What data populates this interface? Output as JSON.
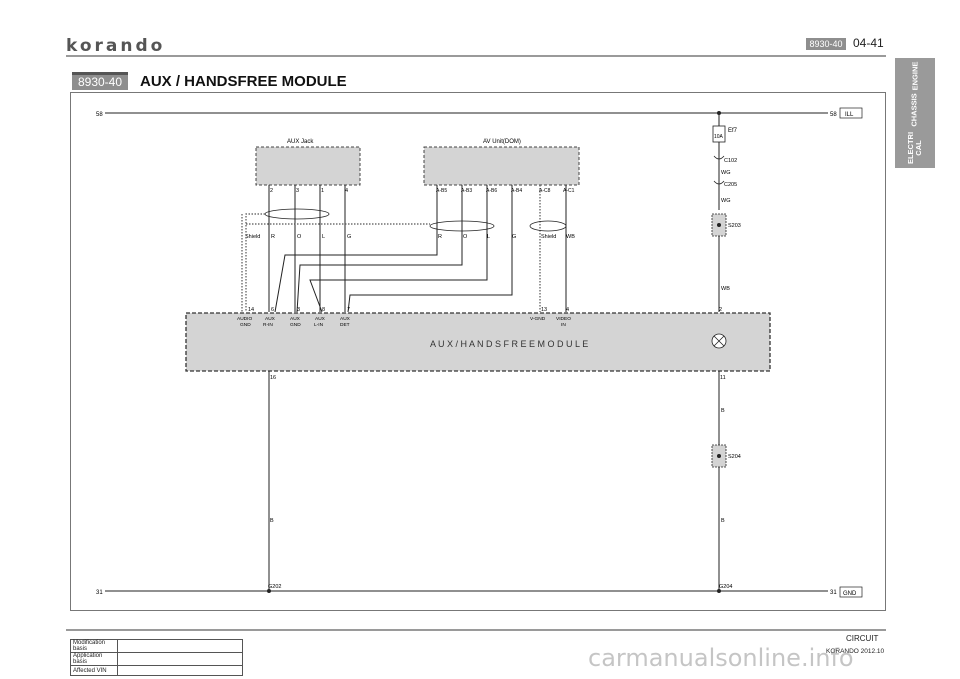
{
  "header": {
    "logo": "korando",
    "code": "8930-40",
    "page": "04-41"
  },
  "side_tabs": [
    "ENGINE",
    "CHASSIS",
    "ELECTRI\nCAL"
  ],
  "title": {
    "code": "8930-40",
    "text": "AUX / HANDSFREE MODULE"
  },
  "diagram": {
    "rail_top_left": "58",
    "rail_top_right": "58",
    "rail_top_tag": "ILL",
    "rail_bottom_left": "31",
    "rail_bottom_right": "31",
    "rail_bottom_tag": "GND",
    "aux_jack": {
      "label": "AUX Jack",
      "pins": [
        "2",
        "3",
        "1",
        "4"
      ],
      "wires": [
        "Shield",
        "R",
        "O",
        "L",
        "G"
      ]
    },
    "av_unit": {
      "label": "AV Unit(DOM)",
      "pins": [
        "A-B5",
        "A-B3",
        "A-B6",
        "A-B4",
        "A-C8",
        "A-C1"
      ],
      "wires": [
        "R",
        "O",
        "L",
        "G",
        "Shield",
        "WB"
      ]
    },
    "fuse": {
      "name": "Ef7",
      "rating": "10A"
    },
    "connectors": [
      "C102",
      "C205"
    ],
    "splices": [
      "S203",
      "S204"
    ],
    "wire_colors": {
      "wg1": "WG",
      "wg2": "WG",
      "wb": "WB",
      "b1": "B",
      "b2": "B",
      "b_left": "B"
    },
    "module": {
      "label": "A U X  /  H A N D S F R E E   M O D U L E",
      "top_pins": [
        "14",
        "6",
        "3",
        "8",
        "7",
        "13",
        "4",
        "2"
      ],
      "top_pin_names": [
        [
          "AUDIO",
          "GND"
        ],
        [
          "AUX",
          "R-IN"
        ],
        [
          "AUX",
          "GND"
        ],
        [
          "AUX",
          "L-IN"
        ],
        [
          "AUX",
          "DET"
        ],
        [
          "V-GND",
          ""
        ],
        [
          "VIDEO",
          "IN"
        ]
      ],
      "bottom_pins": [
        "16",
        "11"
      ]
    },
    "grounds": [
      "G202",
      "G204"
    ]
  },
  "footer": {
    "mod_table": [
      {
        "label": "Modification basis",
        "value": ""
      },
      {
        "label": "Application basis",
        "value": ""
      },
      {
        "label": "Affected VIN",
        "value": ""
      }
    ],
    "section": "CIRCUIT",
    "model": "KORANDO 2012.10",
    "watermark": "carmanualsonline.info"
  }
}
